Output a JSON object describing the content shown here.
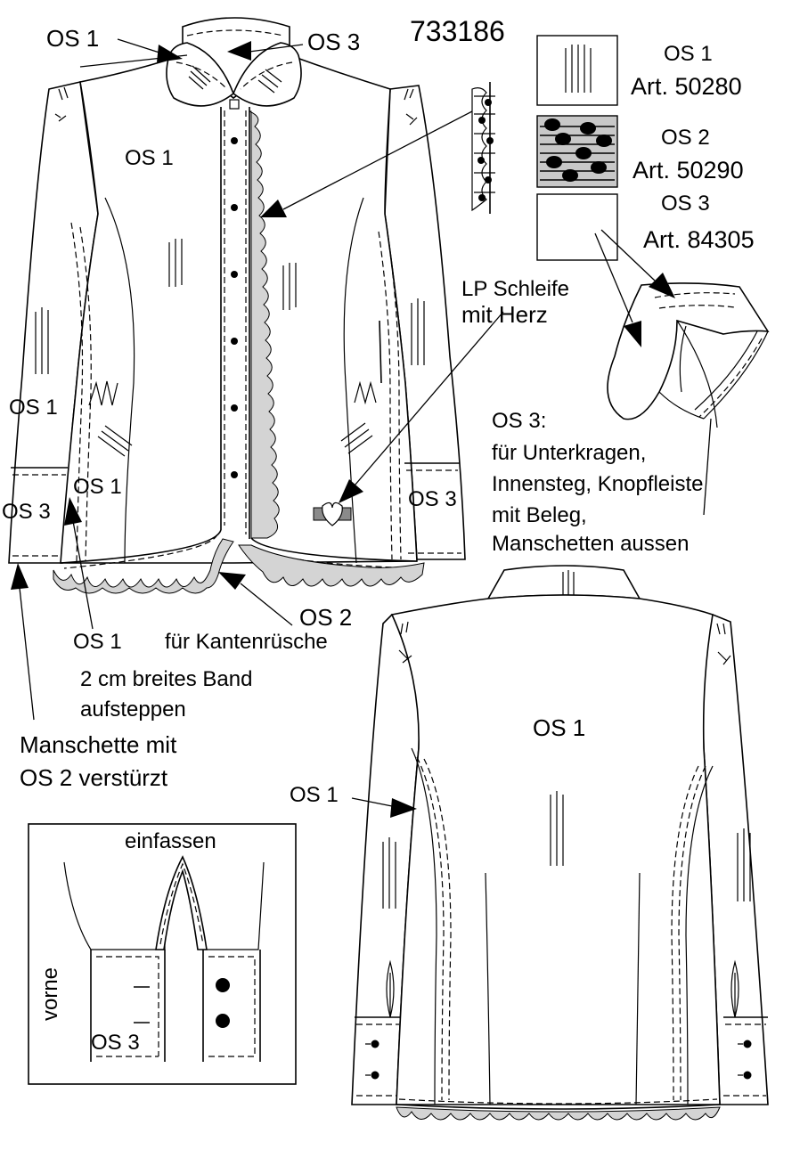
{
  "article_number": "733186",
  "labels": {
    "collar_os1": "OS 1",
    "collar_os3": "OS 3",
    "front_body": "OS 1",
    "sleeve_left": "OS 1",
    "sleeve_side": "OS 1",
    "cuff_left": "OS 3",
    "cuff_right": "OS 3",
    "band_os1": "OS 1",
    "band_note_line1": "2 cm breites Band",
    "band_note_line2": "aufsteppen",
    "ruffle_os2": "OS 2",
    "ruffle_note": "für Kantenrüsche",
    "cuff_note_line1": "Manschette mit",
    "cuff_note_line2": "OS 2 verstürzt",
    "bow_line1": "LP Schleife",
    "bow_line2": "mit Herz",
    "os3_usage": [
      "OS 3:",
      "für Unterkragen,",
      "Innensteg, Knopfleiste",
      "mit Beleg,",
      "Manschetten aussen"
    ],
    "back_body": "OS 1",
    "back_side": "OS 1",
    "inset_title": "einfassen",
    "inset_vorne": "vorne",
    "inset_os3": "OS 3"
  },
  "fabrics": [
    {
      "code": "OS 1",
      "article": "Art. 50280",
      "pattern": "vertical-stripes"
    },
    {
      "code": "OS 2",
      "article": "Art. 50290",
      "pattern": "dots-on-stripes",
      "color": "#c8c8c8"
    },
    {
      "code": "OS 3",
      "article": "Art. 84305",
      "pattern": "plain"
    }
  ]
}
